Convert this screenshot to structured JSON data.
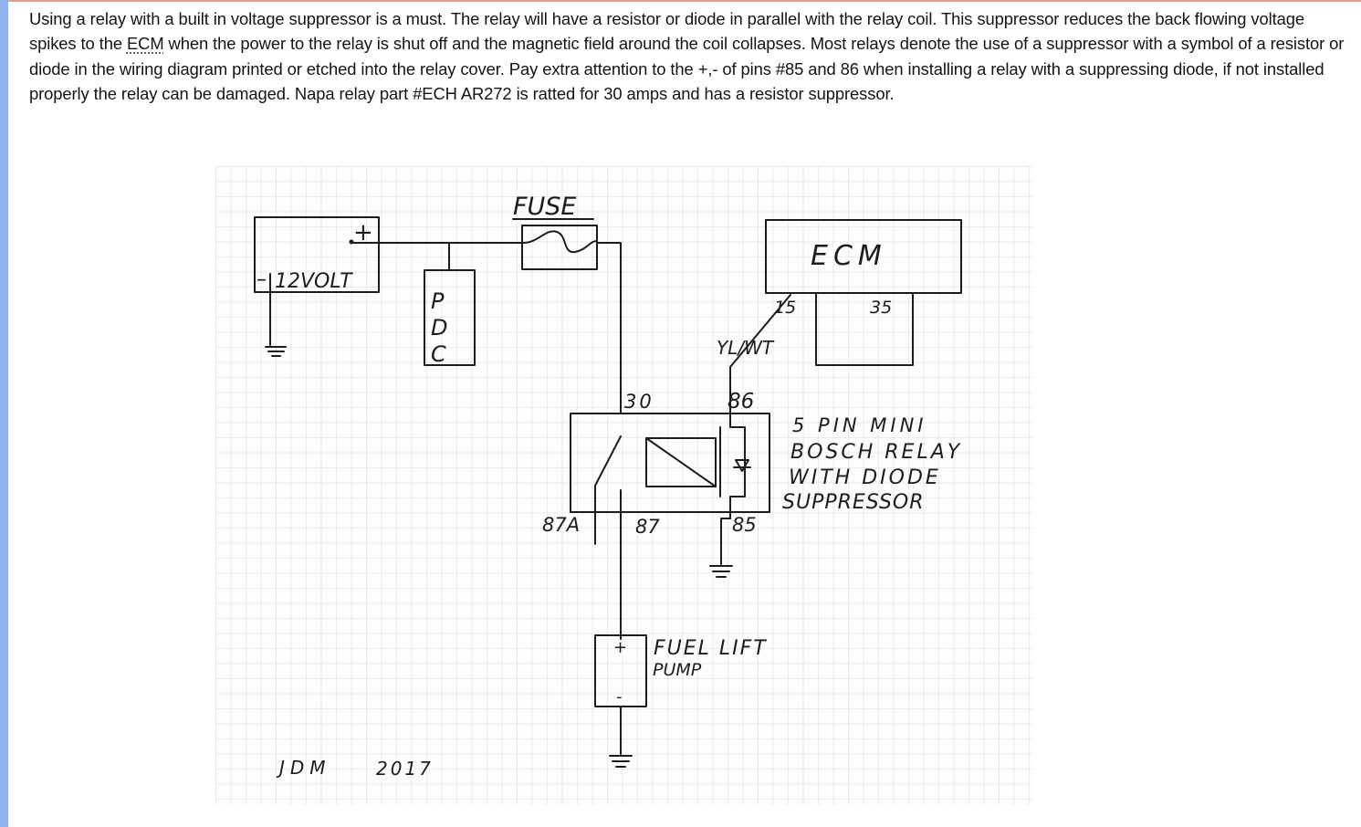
{
  "article": {
    "p1": "Using a relay with a built in voltage suppressor is a must.  The relay will have a resistor or diode in parallel with the relay coil.  This suppressor reduces the back flowing voltage spikes to the ",
    "ecm": "ECM",
    "p2": " when the power to the relay is shut off and the magnetic field around the coil collapses.  Most relays denote the use of a suppressor with a symbol of a resistor or diode in the wiring diagram printed or etched into the relay cover.  Pay extra attention to the +,- of pins #85 and 86 when installing a relay with a suppressing diode, if not installed properly the relay can be damaged.   Napa relay part #ECH AR272 is ratted for 30 amps and has a resistor suppressor."
  },
  "diagram": {
    "fuse_label": "FUSE",
    "battery_plus": "+",
    "battery_minus": "–",
    "battery_label": "12VOLT",
    "pdc_p": "P",
    "pdc_d": "D",
    "pdc_c": "C",
    "ecm_label": "ECM",
    "ecm_pin_15": "15",
    "ecm_pin_35": "35",
    "wire_label": "YL/WT",
    "pin_30": "30",
    "pin_86": "86",
    "pin_87a": "87A",
    "pin_87": "87",
    "pin_85": "85",
    "relay_line1": "5 PIN MINI",
    "relay_line2": "BOSCH RELAY",
    "relay_line3": "WITH DIODE",
    "relay_line4": "SUPPRESSOR",
    "pump_plus": "+",
    "pump_minus": "-",
    "pump_line1": "FUEL LIFT",
    "pump_line2": "PUMP",
    "signature": "JDM",
    "year": "2017"
  }
}
